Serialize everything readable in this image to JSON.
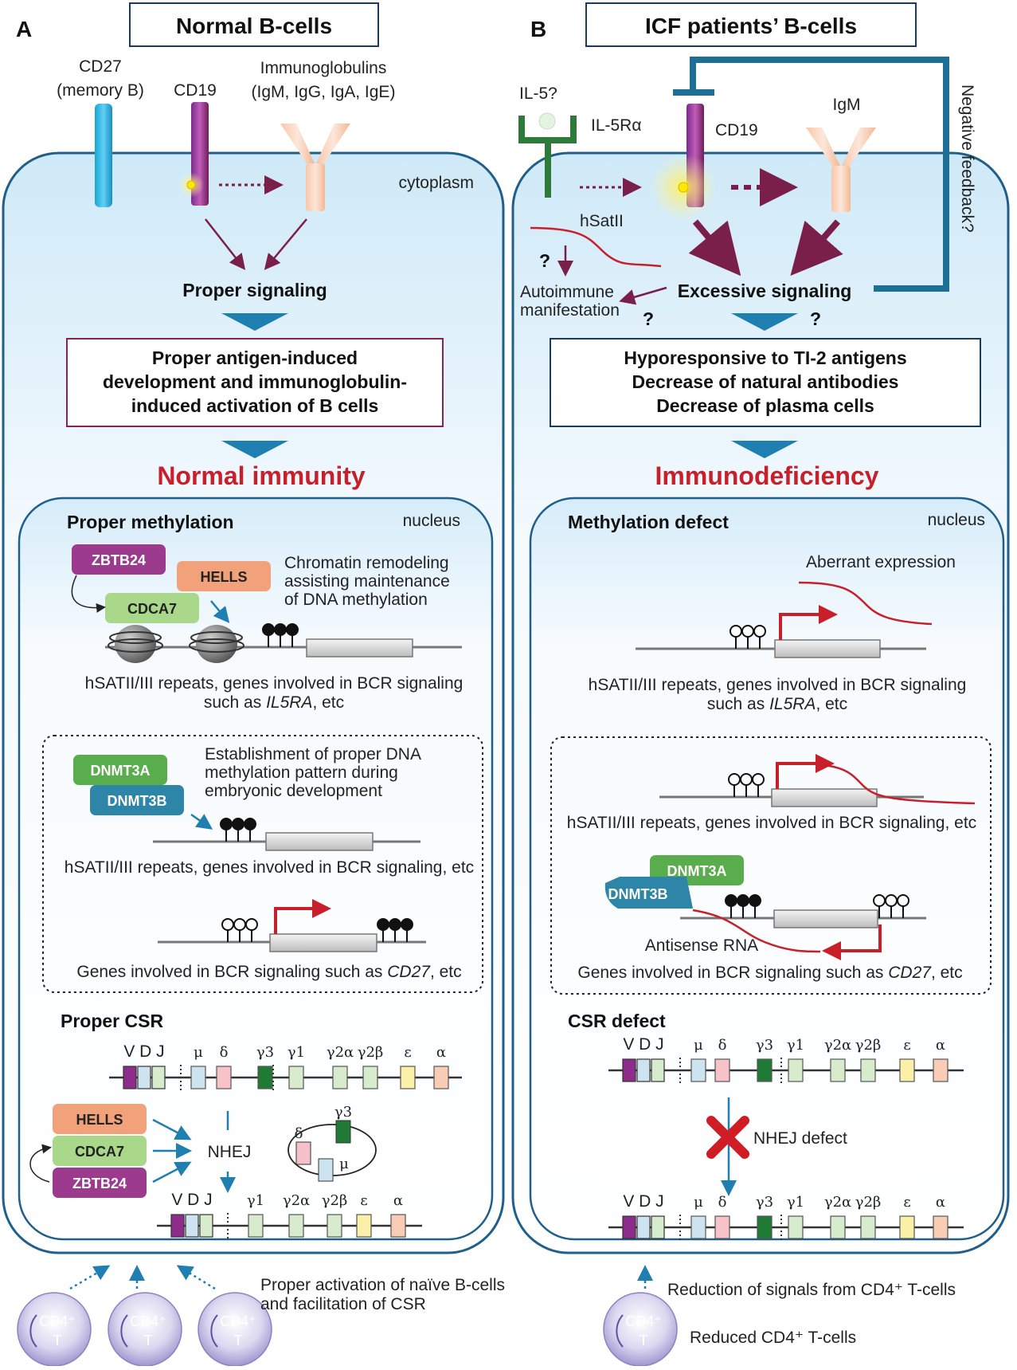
{
  "panelA": {
    "letter": "A",
    "title": "Normal B-cells",
    "cd27_label": "CD27\n(memory B)",
    "cd27_l1": "CD27",
    "cd27_l2": "(memory B)",
    "cd19": "CD19",
    "ig_l1": "Immunoglobulins",
    "ig_l2": "(IgM, IgG, IgA, IgE)",
    "cytoplasm": "cytoplasm",
    "signaling": "Proper signaling",
    "result_l1": "Proper antigen-induced",
    "result_l2": "development and immunoglobulin-",
    "result_l3": "induced activation of B cells",
    "immunity": "Normal immunity",
    "methylation_title": "Proper methylation",
    "nucleus": "nucleus",
    "zbtb24": "ZBTB24",
    "hells": "HELLS",
    "cdca7": "CDCA7",
    "remodel_l1": "Chromatin remodeling",
    "remodel_l2": "assisting maintenance",
    "remodel_l3": "of DNA methylation",
    "repeats_l1": "hSATII/III repeats, genes involved in BCR signaling",
    "repeats_l2a": "such as ",
    "repeats_l2b": "IL5RA",
    "repeats_l2c": ", etc",
    "dnmt3a": "DNMT3A",
    "dnmt3b": "DNMT3B",
    "estab_l1": "Establishment of proper DNA",
    "estab_l2": "methylation pattern during",
    "estab_l3": "embryonic development",
    "repeats2": "hSATII/III repeats, genes involved in BCR signaling, etc",
    "genes_a": "Genes involved in BCR signaling such as ",
    "genes_b": "CD27",
    "genes_c": ", etc",
    "csr_title": "Proper CSR",
    "nhej": "NHEJ",
    "tcell_label": "CD4+\nT",
    "activation_l1": "Proper activation of naïve B-cells",
    "activation_l2": "and facilitation of CSR"
  },
  "panelB": {
    "letter": "B",
    "title": "ICF patients’ B-cells",
    "il5": "IL-5?",
    "il5ra": "IL-5Rα",
    "cd19": "CD19",
    "igm": "IgM",
    "feedback": "Negative feedback?",
    "hsatii": "hSatII",
    "q": "?",
    "autoimmune_l1": "Autoimmune",
    "autoimmune_l2": "manifestation",
    "signaling": "Excessive signaling",
    "result_l1": "Hyporesponsive to TI-2 antigens",
    "result_l2": "Decrease of natural antibodies",
    "result_l3": "Decrease of plasma cells",
    "immunity": "Immunodeficiency",
    "methylation_title": "Methylation defect",
    "nucleus": "nucleus",
    "aberrant": "Aberrant expression",
    "repeats_l1": "hSATII/III repeats, genes involved in BCR signaling",
    "repeats_l2a": "such as ",
    "repeats_l2b": "IL5RA",
    "repeats_l2c": ", etc",
    "repeats2": "hSATII/III repeats, genes involved in BCR signaling, etc",
    "dnmt3a": "DNMT3A",
    "dnmt3b": "DNMT3B",
    "antisense": "Antisense RNA",
    "genes_a": "Genes involved in BCR signaling such as ",
    "genes_b": "CD27",
    "genes_c": ", etc",
    "csr_title": "CSR defect",
    "nhej_defect": "NHEJ defect",
    "reduction": "Reduction of signals from CD4⁺ T-cells",
    "reduced": "Reduced CD4⁺ T-cells"
  },
  "segments": {
    "vdj": "V D J",
    "mu": "μ",
    "delta": "δ",
    "g3": "γ3",
    "g1": "γ1",
    "g2a": "γ2α",
    "g2b": "γ2β",
    "eps": "ε",
    "alpha": "α"
  },
  "tcell": {
    "top": "CD4⁺",
    "bottom": "T"
  },
  "colors": {
    "red_text": "#c8202a",
    "arrow_blue": "#1f7fb0",
    "feedback_blue": "#1e6f96",
    "arrow_maroon": "#7a1e4a",
    "zbtb24": "#9c3a8e",
    "hells": "#f2a27a",
    "cdca7": "#a9d88a",
    "dnmt3a": "#5aad4c",
    "dnmt3b": "#2d86a8"
  }
}
